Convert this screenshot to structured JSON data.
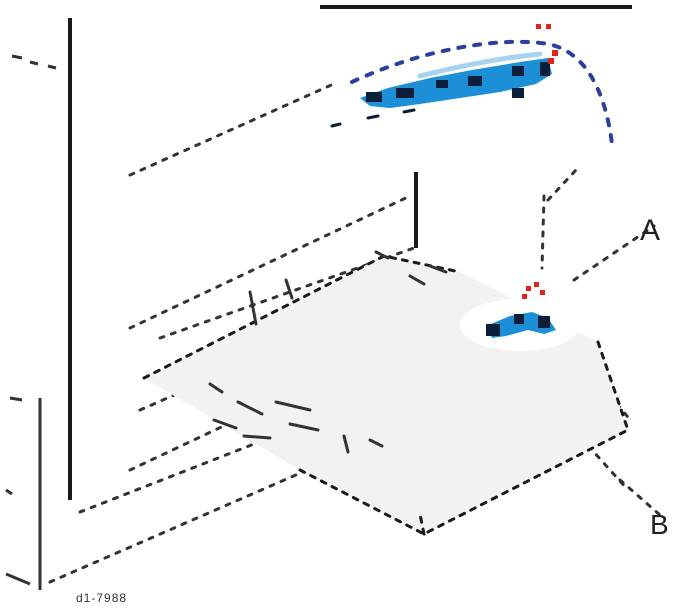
{
  "diagram": {
    "callouts": [
      {
        "id": "A",
        "text": "A"
      },
      {
        "id": "B",
        "text": "B"
      }
    ],
    "figure_id": "d1-7988",
    "colors": {
      "line": "#1a1a1a",
      "dash": "#333333",
      "part_blue": "#1c8fd6",
      "part_dark": "#0b1f3a",
      "arrow_blue": "#2b3f9e",
      "pointer_red": "#e0221b",
      "tray_fill": "#f2f2f2"
    },
    "icons": {
      "lever_upper": "blue-lever-icon",
      "lever_lower": "blue-lever-icon",
      "rotation_arrow": "curved-arrow-icon",
      "pointer_upper": "red-pointer-icon",
      "pointer_lower": "red-pointer-icon"
    }
  }
}
